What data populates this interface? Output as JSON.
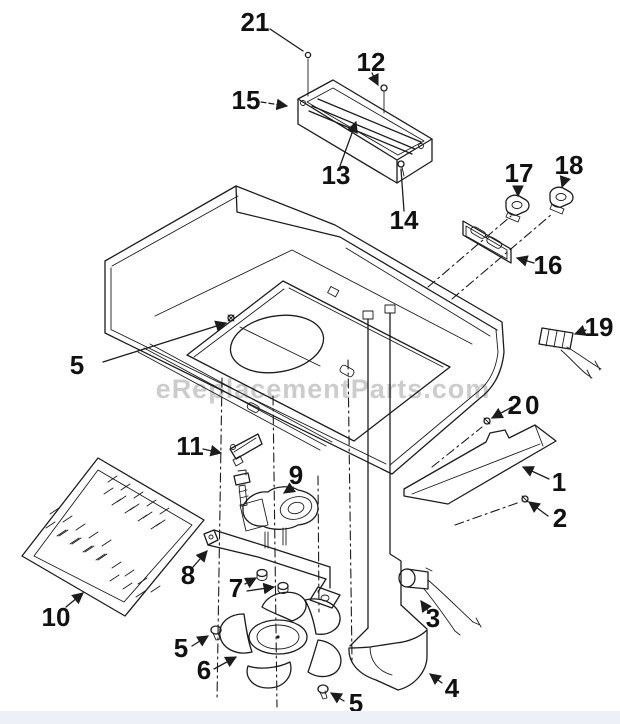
{
  "page": {
    "background_color": "#ffffff",
    "line_color": "#1c1c1c",
    "bottom_bar_color": "#edf1f7"
  },
  "watermark": {
    "text": "eReplacementParts.com",
    "color": "#c7c7c7"
  },
  "diagram": {
    "type": "exploded-parts-diagram",
    "subject": "range hood exhaust fan assembly",
    "callouts": [
      {
        "label": "21"
      },
      {
        "label": "12"
      },
      {
        "label": "15"
      },
      {
        "label": "13"
      },
      {
        "label": "14"
      },
      {
        "label": "17"
      },
      {
        "label": "18"
      },
      {
        "label": "16"
      },
      {
        "label": "19"
      },
      {
        "label": "5"
      },
      {
        "label": "11"
      },
      {
        "label": "9"
      },
      {
        "label": "20"
      },
      {
        "label": "1"
      },
      {
        "label": "2"
      },
      {
        "label": "8"
      },
      {
        "label": "7"
      },
      {
        "label": "10"
      },
      {
        "label": "5"
      },
      {
        "label": "6"
      },
      {
        "label": "3"
      },
      {
        "label": "4"
      },
      {
        "label": "5"
      }
    ]
  }
}
